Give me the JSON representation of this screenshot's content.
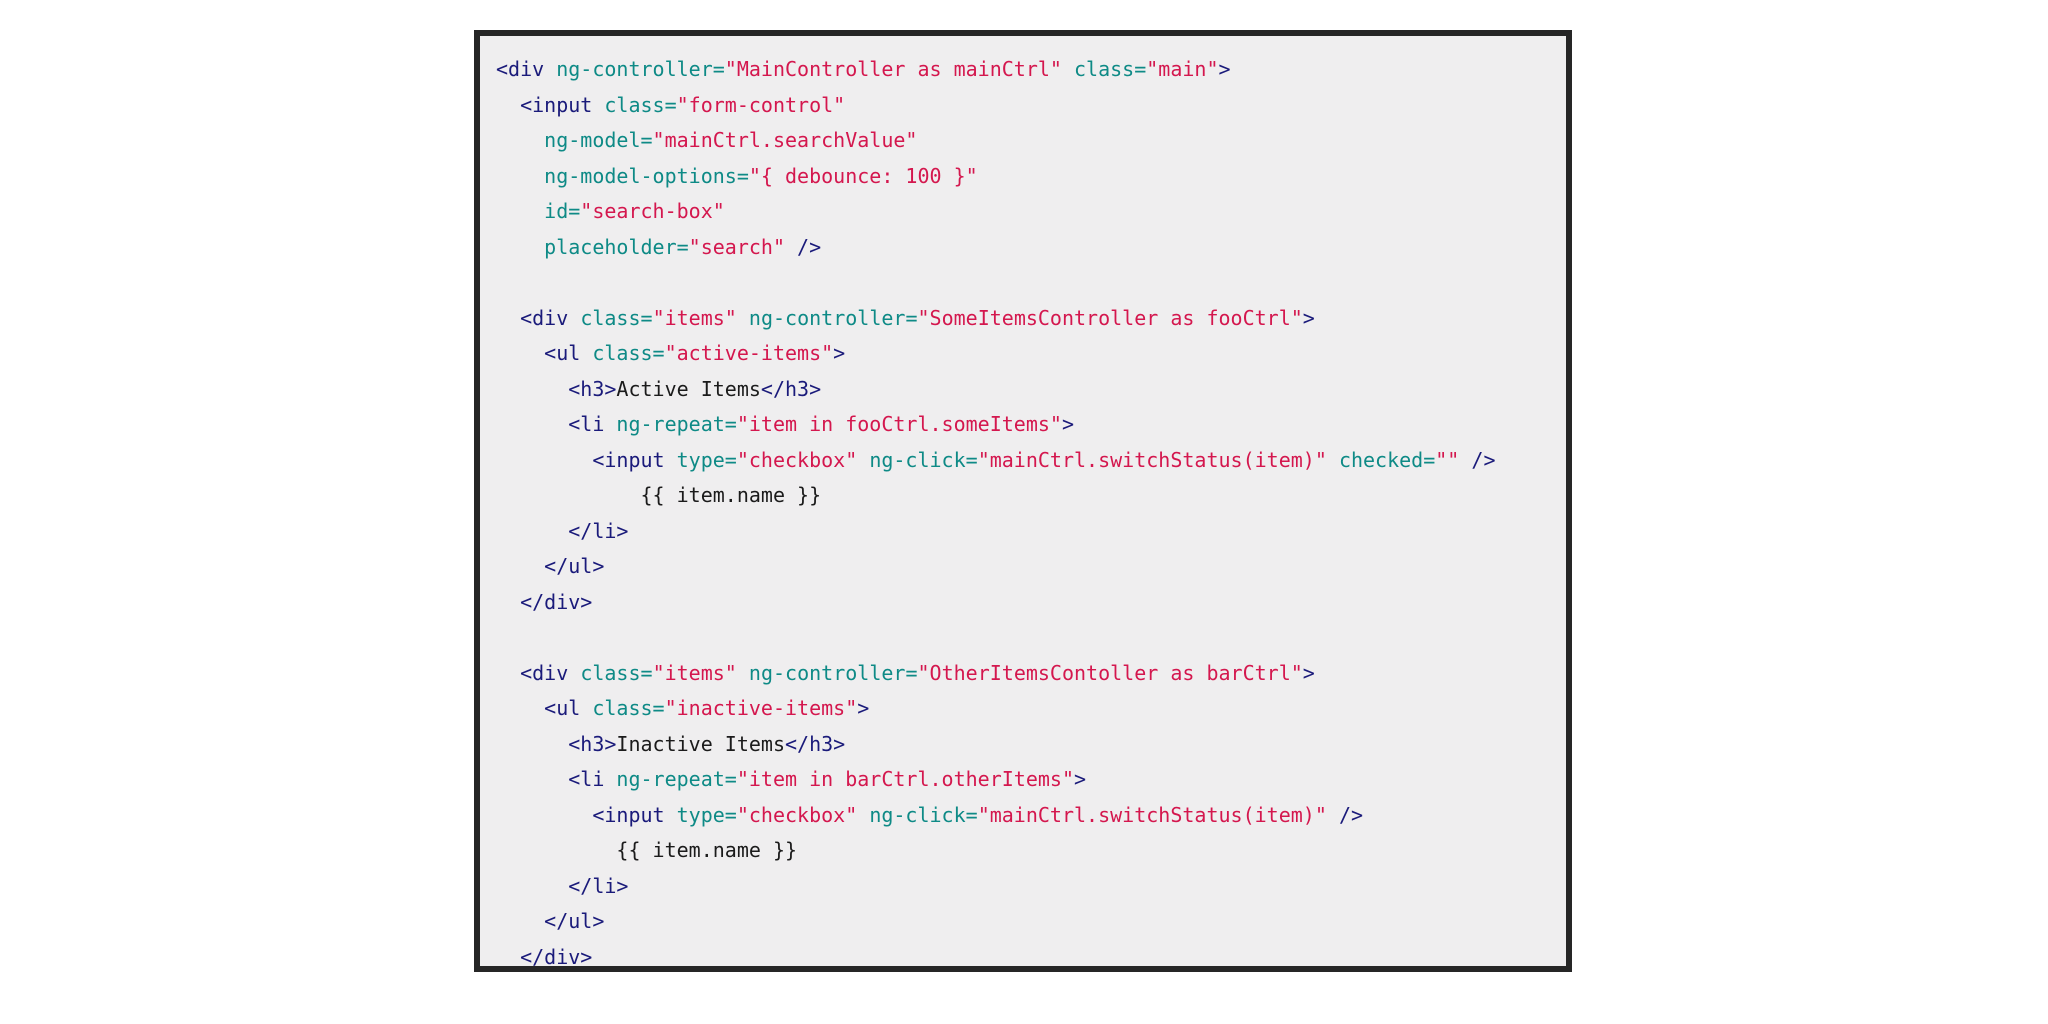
{
  "colors": {
    "tag": "#1a1a7a",
    "attribute": "#0e8a86",
    "string": "#d4174e",
    "text": "#1b1b1b",
    "background": "#efeeef",
    "border": "#262626"
  },
  "code": {
    "lines": [
      [
        [
          "tag",
          "<div"
        ],
        [
          "ws",
          " "
        ],
        [
          "attr",
          "ng-controller="
        ],
        [
          "str",
          "\"MainController as mainCtrl\""
        ],
        [
          "ws",
          " "
        ],
        [
          "attr",
          "class="
        ],
        [
          "str",
          "\"main\""
        ],
        [
          "tag",
          ">"
        ]
      ],
      [
        [
          "ws",
          "  "
        ],
        [
          "tag",
          "<input"
        ],
        [
          "ws",
          " "
        ],
        [
          "attr",
          "class="
        ],
        [
          "str",
          "\"form-control\""
        ]
      ],
      [
        [
          "ws",
          "    "
        ],
        [
          "attr",
          "ng-model="
        ],
        [
          "str",
          "\"mainCtrl.searchValue\""
        ]
      ],
      [
        [
          "ws",
          "    "
        ],
        [
          "attr",
          "ng-model-options="
        ],
        [
          "str",
          "\"{ debounce: 100 }\""
        ]
      ],
      [
        [
          "ws",
          "    "
        ],
        [
          "attr",
          "id="
        ],
        [
          "str",
          "\"search-box\""
        ]
      ],
      [
        [
          "ws",
          "    "
        ],
        [
          "attr",
          "placeholder="
        ],
        [
          "str",
          "\"search\""
        ],
        [
          "ws",
          " "
        ],
        [
          "tag",
          "/>"
        ]
      ],
      [],
      [
        [
          "ws",
          "  "
        ],
        [
          "tag",
          "<div"
        ],
        [
          "ws",
          " "
        ],
        [
          "attr",
          "class="
        ],
        [
          "str",
          "\"items\""
        ],
        [
          "ws",
          " "
        ],
        [
          "attr",
          "ng-controller="
        ],
        [
          "str",
          "\"SomeItemsController as fooCtrl\""
        ],
        [
          "tag",
          ">"
        ]
      ],
      [
        [
          "ws",
          "    "
        ],
        [
          "tag",
          "<ul"
        ],
        [
          "ws",
          " "
        ],
        [
          "attr",
          "class="
        ],
        [
          "str",
          "\"active-items\""
        ],
        [
          "tag",
          ">"
        ]
      ],
      [
        [
          "ws",
          "      "
        ],
        [
          "tag",
          "<h3>"
        ],
        [
          "text",
          "Active Items"
        ],
        [
          "tag",
          "</h3>"
        ]
      ],
      [
        [
          "ws",
          "      "
        ],
        [
          "tag",
          "<li"
        ],
        [
          "ws",
          " "
        ],
        [
          "attr",
          "ng-repeat="
        ],
        [
          "str",
          "\"item in fooCtrl.someItems\""
        ],
        [
          "tag",
          ">"
        ]
      ],
      [
        [
          "ws",
          "        "
        ],
        [
          "tag",
          "<input"
        ],
        [
          "ws",
          " "
        ],
        [
          "attr",
          "type="
        ],
        [
          "str",
          "\"checkbox\""
        ],
        [
          "ws",
          " "
        ],
        [
          "attr",
          "ng-click="
        ],
        [
          "str",
          "\"mainCtrl.switchStatus(item)\""
        ],
        [
          "ws",
          " "
        ],
        [
          "attr",
          "checked="
        ],
        [
          "str",
          "\"\""
        ],
        [
          "ws",
          " "
        ],
        [
          "tag",
          "/>"
        ]
      ],
      [
        [
          "ws",
          "            "
        ],
        [
          "text",
          "{{ item.name }}"
        ]
      ],
      [
        [
          "ws",
          "      "
        ],
        [
          "tag",
          "</li>"
        ]
      ],
      [
        [
          "ws",
          "    "
        ],
        [
          "tag",
          "</ul>"
        ]
      ],
      [
        [
          "ws",
          "  "
        ],
        [
          "tag",
          "</div>"
        ]
      ],
      [],
      [
        [
          "ws",
          "  "
        ],
        [
          "tag",
          "<div"
        ],
        [
          "ws",
          " "
        ],
        [
          "attr",
          "class="
        ],
        [
          "str",
          "\"items\""
        ],
        [
          "ws",
          " "
        ],
        [
          "attr",
          "ng-controller="
        ],
        [
          "str",
          "\"OtherItemsContoller as barCtrl\""
        ],
        [
          "tag",
          ">"
        ]
      ],
      [
        [
          "ws",
          "    "
        ],
        [
          "tag",
          "<ul"
        ],
        [
          "ws",
          " "
        ],
        [
          "attr",
          "class="
        ],
        [
          "str",
          "\"inactive-items\""
        ],
        [
          "tag",
          ">"
        ]
      ],
      [
        [
          "ws",
          "      "
        ],
        [
          "tag",
          "<h3>"
        ],
        [
          "text",
          "Inactive Items"
        ],
        [
          "tag",
          "</h3>"
        ]
      ],
      [
        [
          "ws",
          "      "
        ],
        [
          "tag",
          "<li"
        ],
        [
          "ws",
          " "
        ],
        [
          "attr",
          "ng-repeat="
        ],
        [
          "str",
          "\"item in barCtrl.otherItems\""
        ],
        [
          "tag",
          ">"
        ]
      ],
      [
        [
          "ws",
          "        "
        ],
        [
          "tag",
          "<input"
        ],
        [
          "ws",
          " "
        ],
        [
          "attr",
          "type="
        ],
        [
          "str",
          "\"checkbox\""
        ],
        [
          "ws",
          " "
        ],
        [
          "attr",
          "ng-click="
        ],
        [
          "str",
          "\"mainCtrl.switchStatus(item)\""
        ],
        [
          "ws",
          " "
        ],
        [
          "tag",
          "/>"
        ]
      ],
      [
        [
          "ws",
          "          "
        ],
        [
          "text",
          "{{ item.name }}"
        ]
      ],
      [
        [
          "ws",
          "      "
        ],
        [
          "tag",
          "</li>"
        ]
      ],
      [
        [
          "ws",
          "    "
        ],
        [
          "tag",
          "</ul>"
        ]
      ],
      [
        [
          "ws",
          "  "
        ],
        [
          "tag",
          "</div>"
        ]
      ]
    ]
  }
}
